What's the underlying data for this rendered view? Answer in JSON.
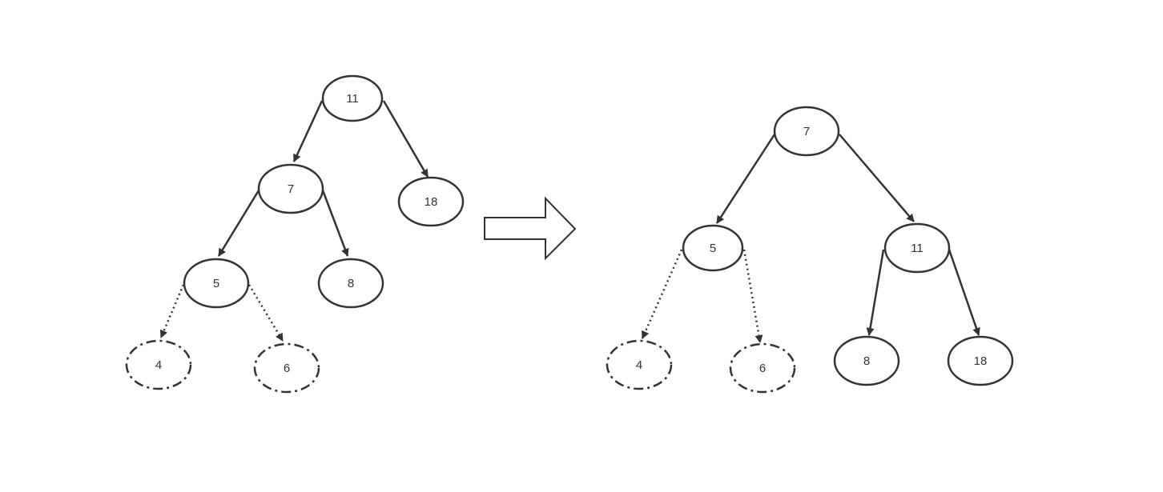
{
  "colors": {
    "stroke": "#333333",
    "background": "#ffffff",
    "text": "#333333"
  },
  "before_tree": {
    "nodes": {
      "n11": "11",
      "n7": "7",
      "n18": "18",
      "n5": "5",
      "n8": "8",
      "n4": "4",
      "n6": "6"
    }
  },
  "after_tree": {
    "nodes": {
      "n7": "7",
      "n5": "5",
      "n11": "11",
      "n4": "4",
      "n6": "6",
      "n8": "8",
      "n18": "18"
    }
  },
  "transition_arrow": {
    "icon": "right-arrow-icon"
  }
}
